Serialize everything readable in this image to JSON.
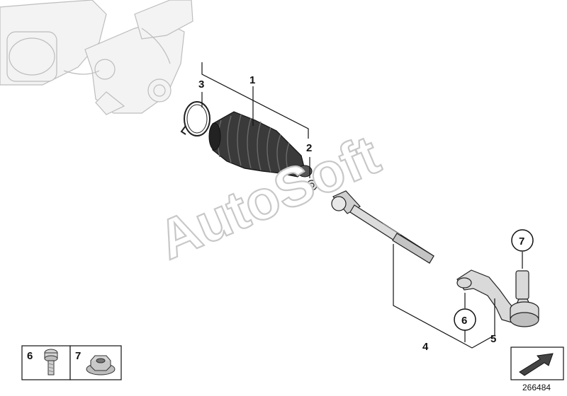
{
  "callouts": {
    "c1": "1",
    "c2": "2",
    "c3": "3",
    "c4": "4",
    "c5": "5",
    "c6": "6",
    "c7": "7"
  },
  "legend": {
    "item6": "6",
    "item7": "7"
  },
  "watermark": "AutoSoft",
  "diagram_id": "266484",
  "colors": {
    "line": "#111111",
    "ghost": "#bdbdbd",
    "boot": "#3a3a3a",
    "part": "#d9d9d9"
  }
}
